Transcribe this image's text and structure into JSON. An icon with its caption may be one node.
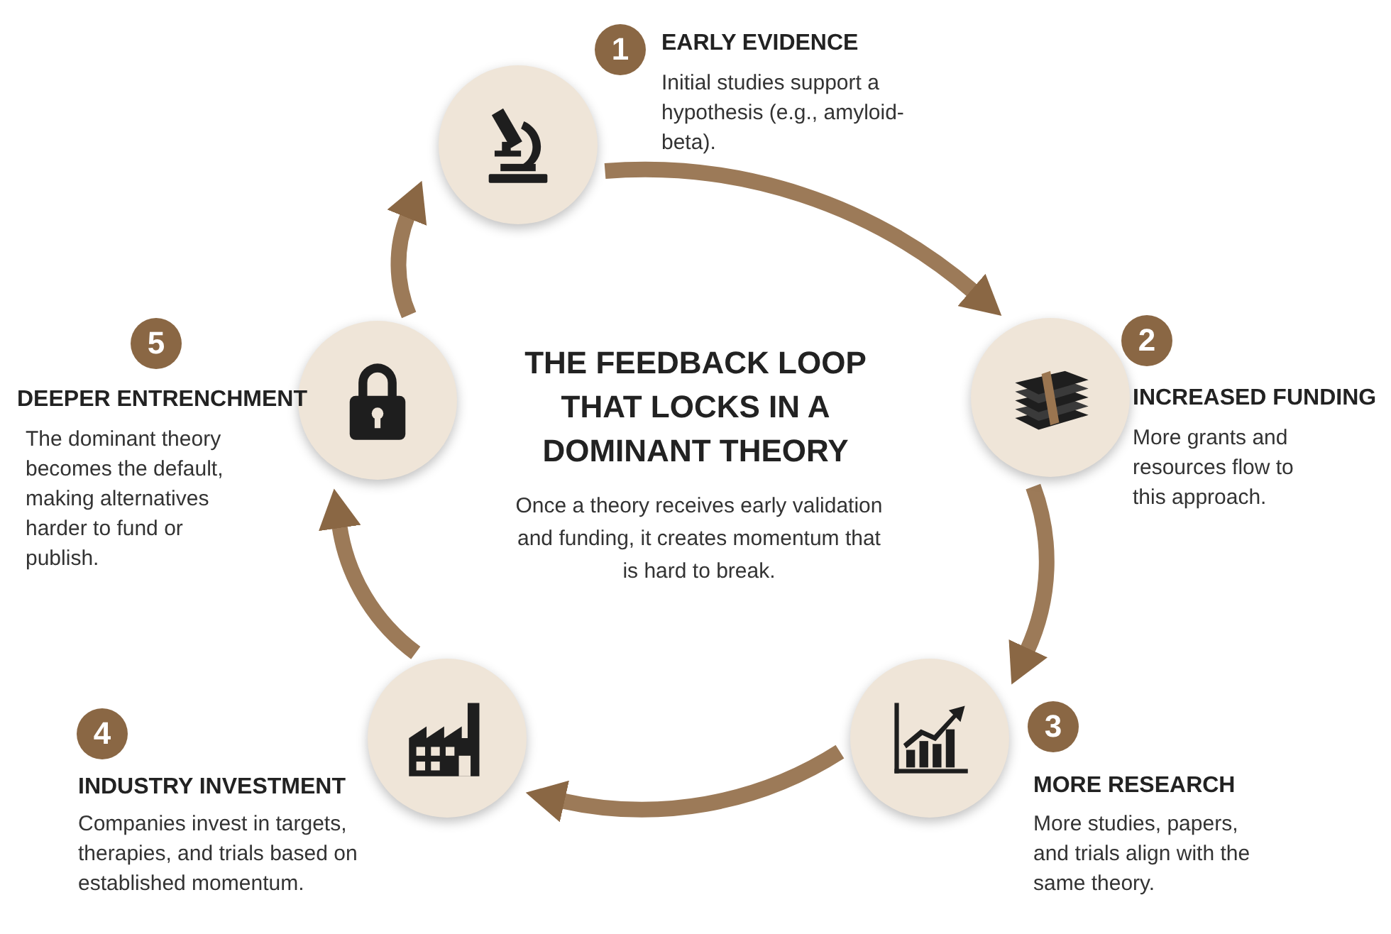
{
  "diagram": {
    "title": "THE FEEDBACK LOOP THAT LOCKS IN A DOMINANT THEORY",
    "nodes": [
      {
        "text": [],
        "shape": "circle",
        "beside": [
          "1",
          "EARLY EVIDENCE",
          "Initial studies support a hypothesis (e.g., amyloid-beta)."
        ]
      },
      {
        "text": [],
        "shape": "circle",
        "beside": [
          "2",
          "INCREASED FUNDING",
          "More grants and resources flow to this approach."
        ]
      },
      {
        "text": [],
        "shape": "circle",
        "beside": [
          "3",
          "MORE RESEARCH",
          "More studies, papers, and trials align with the same theory."
        ]
      },
      {
        "text": [],
        "shape": "circle",
        "beside": [
          "4",
          "INDUSTRY INVESTMENT",
          "Companies invest in targets, therapies, and trials based on established momentum."
        ]
      },
      {
        "text": [],
        "shape": "circle",
        "beside": [
          "5",
          "DEEPER ENTRENCHMENT",
          "The dominant theory becomes the default, making alternatives harder to fund or publish."
        ]
      }
    ],
    "edges": [
      {
        "from": 0,
        "to": 1,
        "arrow": "to"
      },
      {
        "from": 1,
        "to": 2,
        "arrow": "to"
      },
      {
        "from": 2,
        "to": 3,
        "arrow": "to"
      },
      {
        "from": 3,
        "to": 4,
        "arrow": "to"
      },
      {
        "from": 4,
        "to": 0,
        "arrow": "to"
      }
    ],
    "labels": [
      "Once a theory receives early validation and funding, it creates momentum that is hard to break."
    ]
  }
}
